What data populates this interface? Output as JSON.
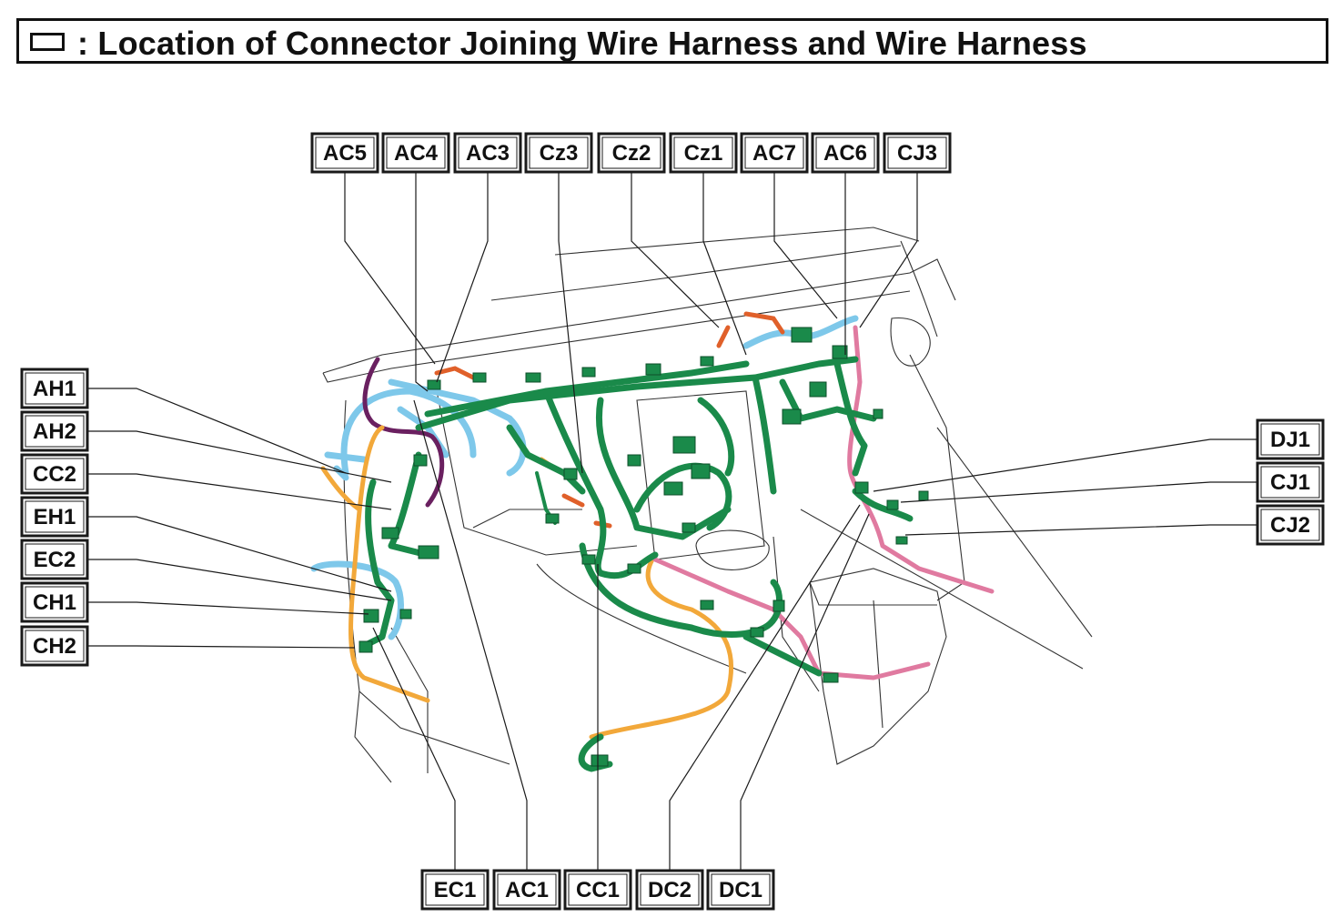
{
  "title": {
    "icon": "rectangle-icon",
    "text": ": Location of Connector Joining Wire Harness and Wire Harness"
  },
  "colors": {
    "harness_green": "#1a8a4a",
    "harness_blue": "#7ec8ea",
    "harness_orange": "#f2a83a",
    "harness_pink": "#e07aa0",
    "harness_red": "#e0602a",
    "harness_purple": "#6a2060"
  },
  "labels": {
    "top": [
      "AC5",
      "AC4",
      "AC3",
      "Cz3",
      "Cz2",
      "Cz1",
      "AC7",
      "AC6",
      "CJ3"
    ],
    "left": [
      "AH1",
      "AH2",
      "CC2",
      "EH1",
      "EC2",
      "CH1",
      "CH2"
    ],
    "right": [
      "DJ1",
      "CJ1",
      "CJ2"
    ],
    "bottom": [
      "EC1",
      "AC1",
      "CC1",
      "DC2",
      "DC1"
    ]
  }
}
